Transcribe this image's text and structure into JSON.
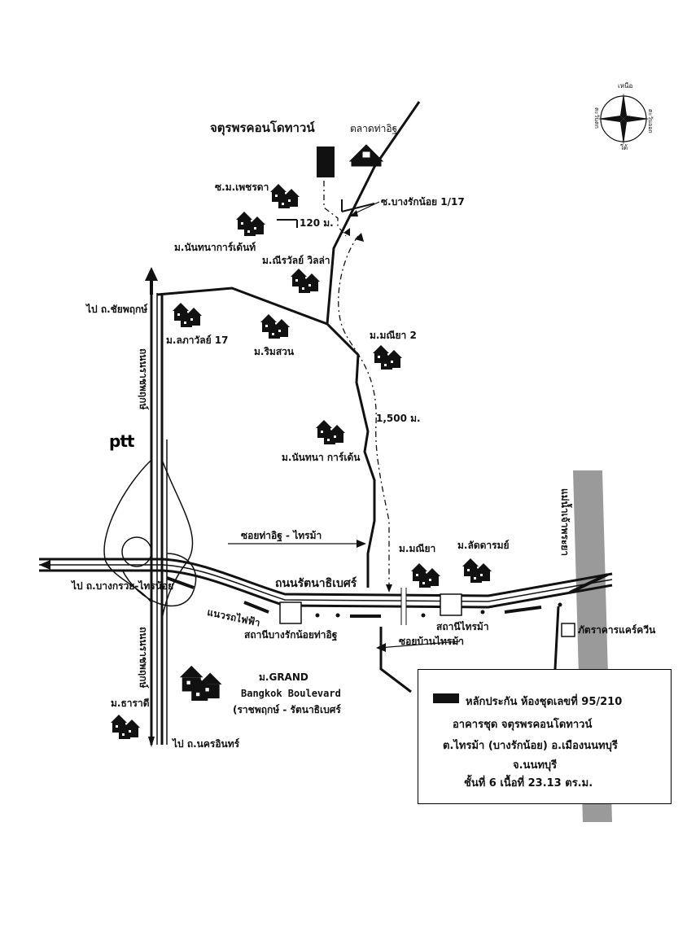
{
  "map": {
    "labels": {
      "condo_title": "จตุรพรคอนโดทาวน์",
      "market": "ตลาดท่าอิฐ",
      "soi_bangraknoi": "ซ.บางรักน้อย 1/17",
      "distance_120": "120 ม.",
      "phetcharada": "ซ.ม.เพชรดา",
      "nanthana_garden_1": "ม.นันทนาการ์เด้นท์",
      "manirawan": "ม.ณีรวัลย์ วิลล่า",
      "to_chaiyaphruek": "ไป ถ.ชัยพฤกษ์",
      "lapawan": "ม.ลภาวัลย์ 17",
      "rimsuan": "ม.ริมสวน",
      "maneeya2": "ม.มณียา 2",
      "distance_1500": "1,500 ม.",
      "nanthana_garden_2": "ม.นันทนา การ์เด้น",
      "ratchaphruek_1": "ถนนราชพฤกษ์",
      "ptt": "ptt",
      "soi_thaiit_sainma": "ซอยท่าอิฐ - ไทรม้า",
      "maneeya": "ม.มณียา",
      "ladarom": "ม.ลัดดารมย์",
      "chaophraya": "แม่น้ำเจ้าพระยา",
      "to_bangkruai": "ไป ถ.บางกรวย-ไทรน้อย",
      "ratanathibet": "ถนนรัตนาธิเบศร์",
      "train_line": "แนวรถไฟฟ้า",
      "station_bangraknoi": "สถานีบางรักน้อยท่าอิฐ",
      "station_sainma": "สถานีไทรม้า",
      "restaurant": "ภัตราคารแคร์ควีน",
      "soi_ban_sainma": "ซอยบ้านไทรม้า",
      "ratchaphruek_2": "ถนนราชพฤกษ์",
      "grand_1": "ม.GRAND",
      "grand_2": "Bangkok Boulevard",
      "grand_3": "(ราชพฤกษ์ - รัตนาธิเบศร์",
      "tharadee": "ม.ธาราดี",
      "to_nakhonin": "ไป ถ.นครอินทร์"
    },
    "compass": {
      "north": "เหนือ",
      "south": "ใต้",
      "east": "ตะวันออก",
      "west": "ตะวันตก"
    },
    "legend": {
      "line1": "หลักประกัน ห้องชุดเลขที่ 95/210",
      "line2": "อาคารชุด จตุรพรคอนโดทาวน์",
      "line3": "ต.ไทรม้า (บางรักน้อย)     อ.เมืองนนทบุรี",
      "line4": "จ.นนทบุรี",
      "line5": "ชั้นที่ 6  เนื้อที่ 23.13  ตร.ม."
    },
    "colors": {
      "ink": "#111111",
      "river": "#9a9a9a",
      "background": "#ffffff"
    }
  }
}
